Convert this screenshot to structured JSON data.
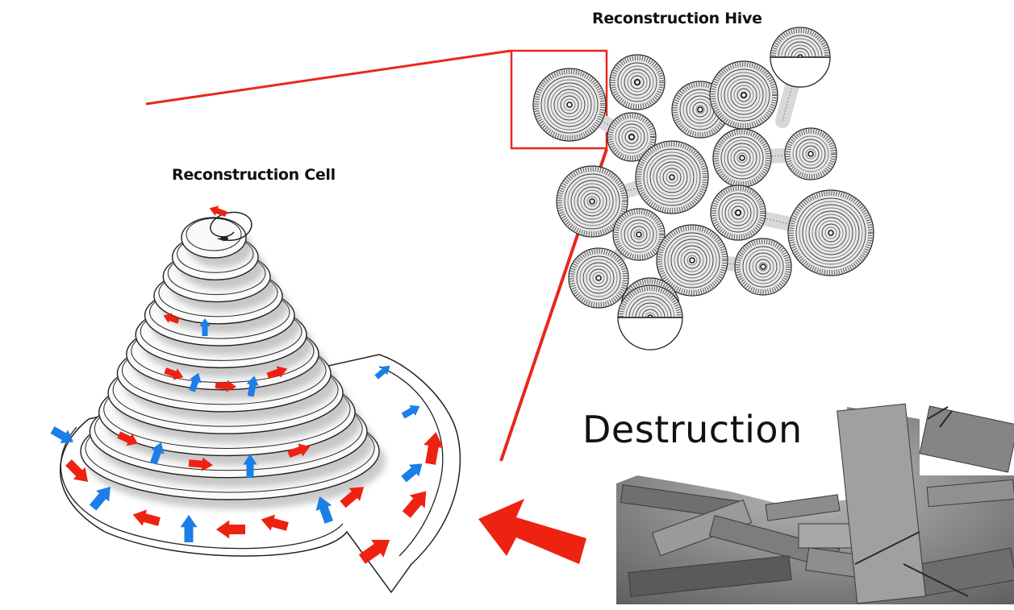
{
  "labels": {
    "cell_title": "Reconstruction Cell",
    "hive_title": "Reconstruction Hive",
    "destruction_title": "Destruction"
  },
  "colors": {
    "flow_red": "#ee2211",
    "flow_blue": "#1a7fe6",
    "zoom_line": "#e8281c",
    "ink": "#222222"
  },
  "icons": {
    "cell": "spiral-cone-icon",
    "hive": "spiral-cluster-icon",
    "rubble": "rubble-photo",
    "arrow": "big-red-arrow-icon"
  }
}
